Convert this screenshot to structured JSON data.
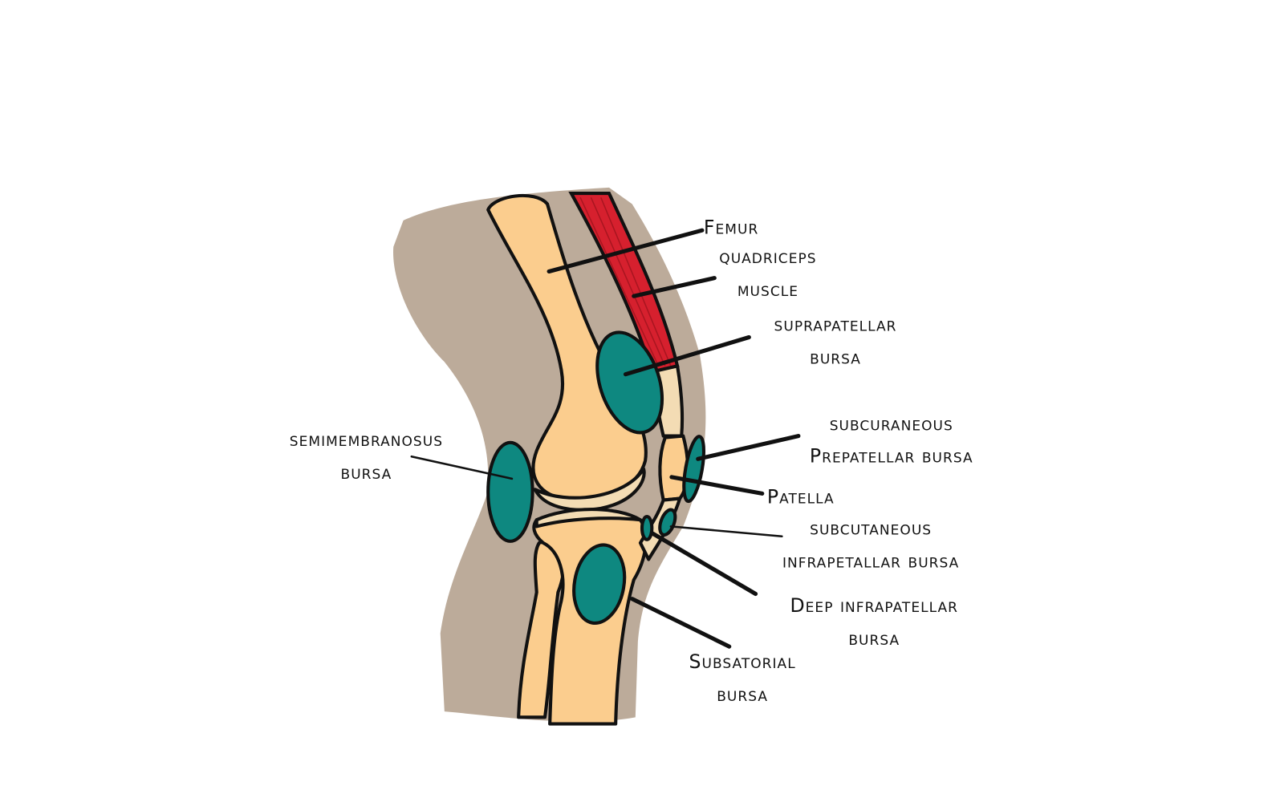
{
  "title": "Bursae of the knee",
  "colors": {
    "skin": "#bcab9a",
    "bone": "#fbcd8e",
    "muscle": "#d6202e",
    "tendon": "#f3dcb4",
    "bursa": "#0e8880"
  },
  "labels": {
    "femur": "Femur",
    "quadriceps_1": "quadriceps",
    "quadriceps_2": "muscle",
    "suprapatellar_1": "suprapatellar",
    "suprapatellar_2": "bursa",
    "prepatellar_1": "subcuraneous",
    "prepatellar_2": "Prepatellar bursa",
    "patella": "Patella",
    "subcut_infra_1": "subcutaneous",
    "subcut_infra_2": "infrapetallar bursa",
    "deep_infra_1": "Deep infrapatellar",
    "deep_infra_2": "bursa",
    "subsatorial_1": "Subsatorial",
    "subsatorial_2": "bursa",
    "semimembranosus_1": "semimembranosus",
    "semimembranosus_2": "bursa"
  }
}
